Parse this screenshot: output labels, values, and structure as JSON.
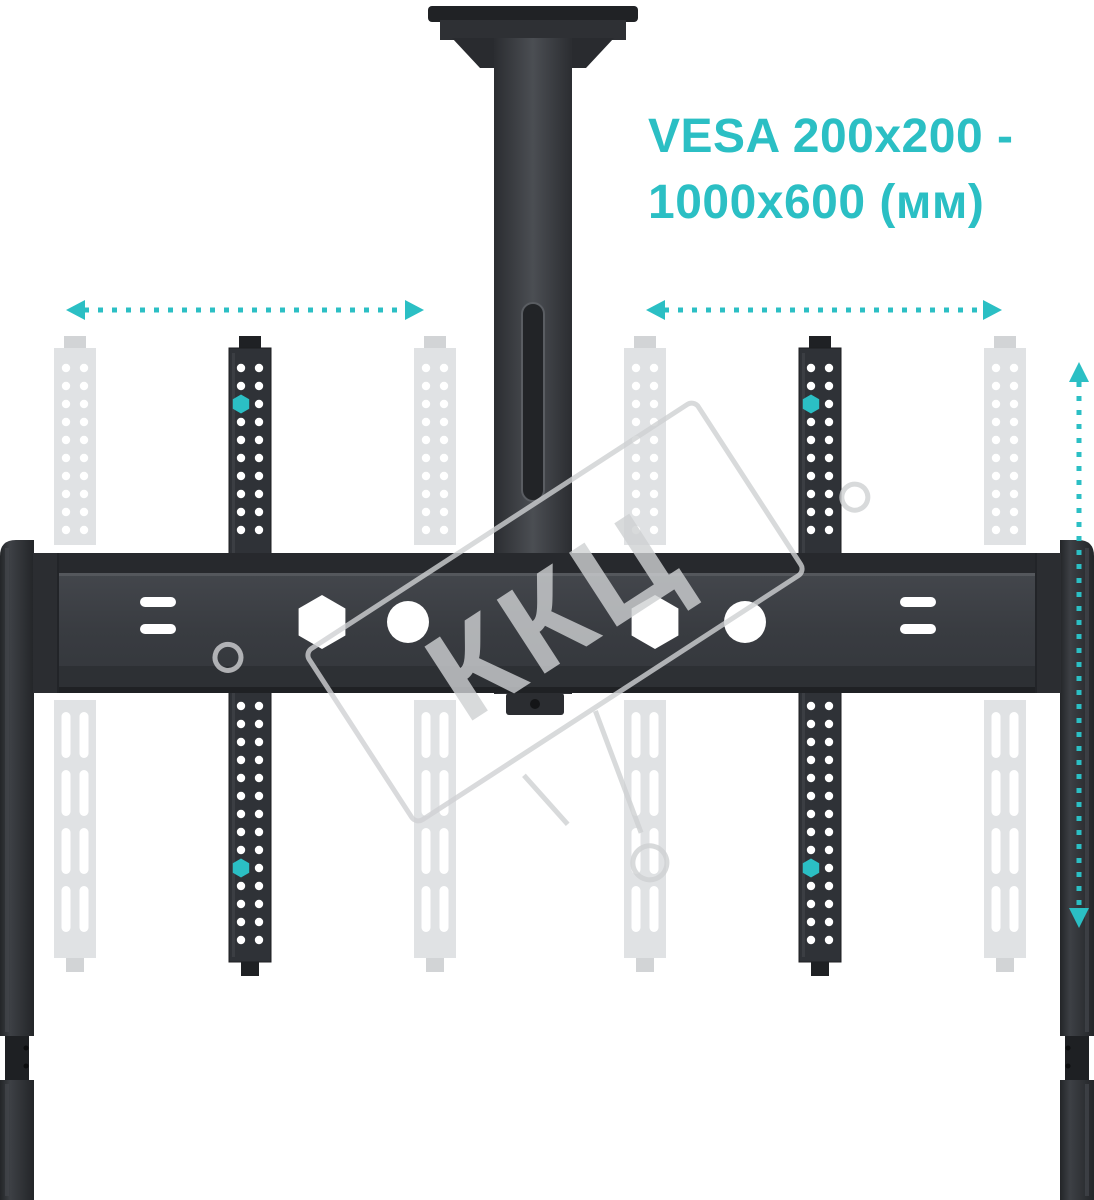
{
  "colors": {
    "accent_teal": "#2bbfc4",
    "metal_dark": "#36393e",
    "metal_darker": "#26282c",
    "ghost_gray": "#e0e2e4",
    "watermark_gray": "#cfd1d3",
    "background": "#ffffff"
  },
  "annotation": {
    "vesa_line1": "VESA 200x200 -",
    "vesa_line2": "1000x600 (мм)"
  },
  "watermark": {
    "text": "ККЦ"
  }
}
